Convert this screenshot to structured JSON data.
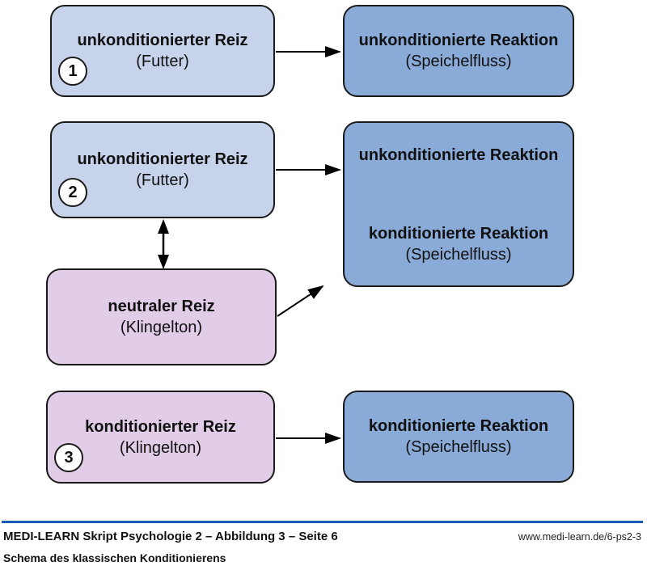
{
  "colors": {
    "light_blue": "#c6d3ea",
    "medium_blue": "#8aabd8",
    "pink": "#e2cde8",
    "border": "#1a1a1a",
    "footer_line": "#1a5cb5"
  },
  "boxes": {
    "ur1_stimulus": {
      "number": "1",
      "title": "unkonditionierter Reiz",
      "subtitle": "(Futter)"
    },
    "ur1_reaction": {
      "title": "unkonditionierte Reaktion",
      "subtitle": "(Speichelfluss)"
    },
    "ur2_stimulus": {
      "number": "2",
      "title": "unkonditionierter Reiz",
      "subtitle": "(Futter)"
    },
    "combined_reaction": {
      "top_title": "unkonditionierte Reaktion",
      "bottom_title": "konditionierte Reaktion",
      "bottom_subtitle": "(Speichelfluss)"
    },
    "neutral_stimulus": {
      "title": "neutraler Reiz",
      "subtitle": "(Klingelton)"
    },
    "conditioned_stimulus": {
      "number": "3",
      "title": "konditionierter Reiz",
      "subtitle": "(Klingelton)"
    },
    "conditioned_reaction": {
      "title": "konditionierte Reaktion",
      "subtitle": "(Speichelfluss)"
    }
  },
  "footer": {
    "source_line": "MEDI-LEARN Skript Psychologie 2 – Abbildung 3 – Seite 6",
    "caption": "Schema des klassischen Konditionierens",
    "url": "www.medi-learn.de/6-ps2-3"
  }
}
